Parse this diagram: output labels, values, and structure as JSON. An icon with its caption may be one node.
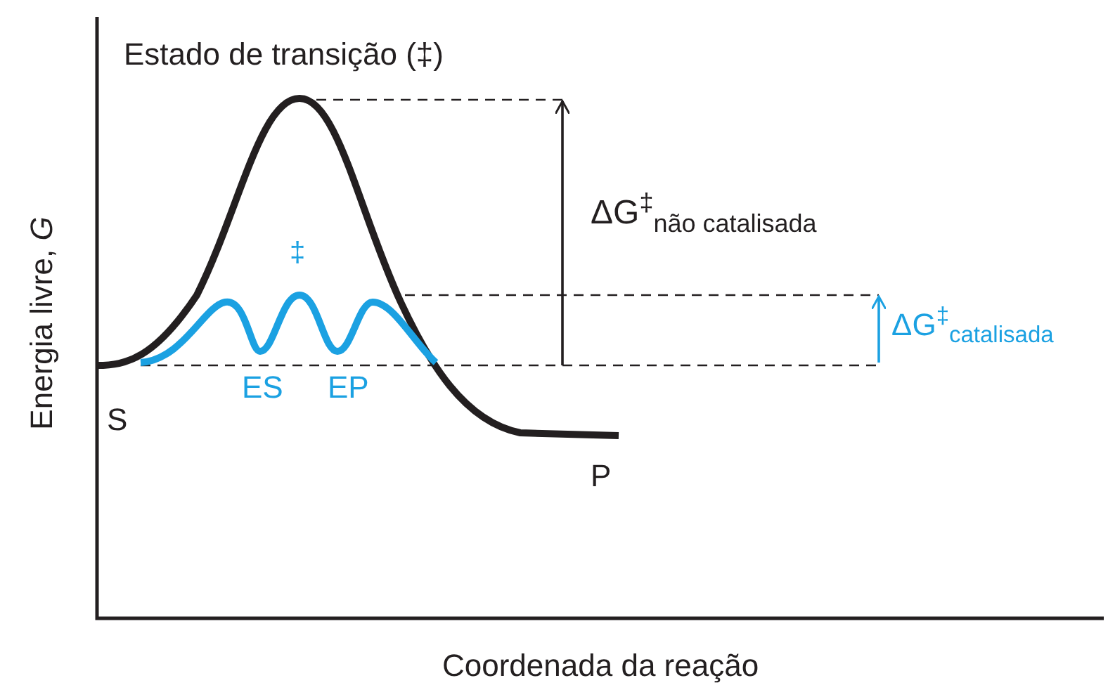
{
  "diagram": {
    "labels": [
      "Estado de transição (‡)",
      "ΔG$^{‡}$$_{não catalisada}$",
      "‡",
      "ΔG$^{‡}$$_{catalisada}$",
      "S",
      "ES",
      "EP",
      "P",
      "Energia livre, *G*",
      "Coordenada da reação"
    ]
  }
}
